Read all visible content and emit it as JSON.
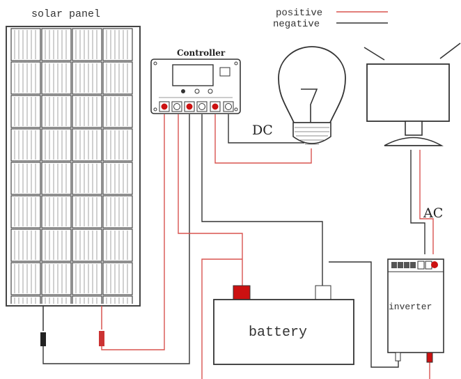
{
  "labels": {
    "solar_panel": "solar panel",
    "controller": "Controller",
    "battery": "battery",
    "inverter": "inverter",
    "dc": "DC",
    "ac": "AC"
  },
  "legend": {
    "positive": "positive",
    "negative": "negative"
  },
  "colors": {
    "positive_wire": "#d9534f",
    "negative_wire": "#333333",
    "terminal_red": "#cc1111",
    "panel_frame": "#555555"
  }
}
